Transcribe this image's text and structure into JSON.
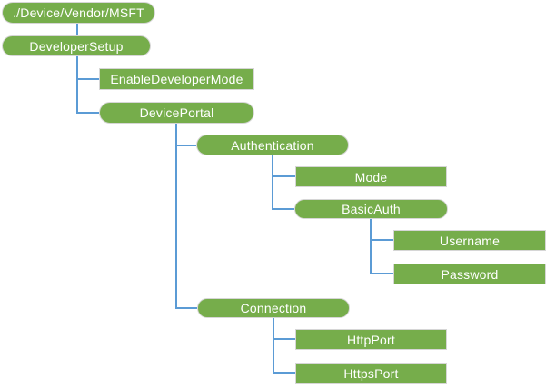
{
  "diagram": {
    "type": "tree",
    "background": "#ffffff",
    "colors": {
      "node_fill": "#76ad4b",
      "node_border": "#d6d6d6",
      "node_text": "#ffffff",
      "connector": "#5b9bd5"
    },
    "nodes": {
      "root": {
        "label": "./Device/Vendor/MSFT",
        "shape": "pill"
      },
      "developer_setup": {
        "label": "DeveloperSetup",
        "shape": "pill"
      },
      "enable_developer_mode": {
        "label": "EnableDeveloperMode",
        "shape": "rect"
      },
      "device_portal": {
        "label": "DevicePortal",
        "shape": "pill"
      },
      "authentication": {
        "label": "Authentication",
        "shape": "pill"
      },
      "mode": {
        "label": "Mode",
        "shape": "rect"
      },
      "basic_auth": {
        "label": "BasicAuth",
        "shape": "pill"
      },
      "username": {
        "label": "Username",
        "shape": "rect"
      },
      "password": {
        "label": "Password",
        "shape": "rect"
      },
      "connection": {
        "label": "Connection",
        "shape": "pill"
      },
      "http_port": {
        "label": "HttpPort",
        "shape": "rect"
      },
      "https_port": {
        "label": "HttpsPort",
        "shape": "rect"
      }
    },
    "hierarchy": {
      "./Device/Vendor/MSFT": {
        "DeveloperSetup": {
          "EnableDeveloperMode": {},
          "DevicePortal": {
            "Authentication": {
              "Mode": {},
              "BasicAuth": {
                "Username": {},
                "Password": {}
              }
            },
            "Connection": {
              "HttpPort": {},
              "HttpsPort": {}
            }
          }
        }
      }
    }
  }
}
